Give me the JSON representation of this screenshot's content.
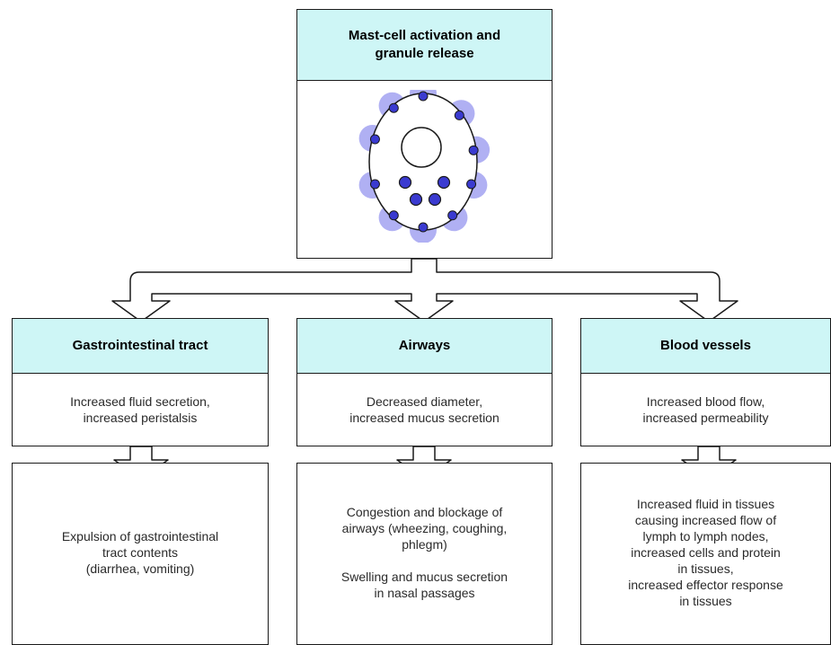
{
  "colors": {
    "header_fill": "#cef6f6",
    "granule_fill": "#3a3ad0",
    "halo_fill": "#8f8fee",
    "outline": "#1a1a1a"
  },
  "top": {
    "title": "Mast-cell activation and\ngranule release",
    "icon": "mast-cell-illustration"
  },
  "columns": [
    {
      "title": "Gastrointestinal tract",
      "effect": "Increased fluid secretion,\nincreased peristalsis",
      "outcome": "Expulsion of gastrointestinal\ntract contents\n(diarrhea, vomiting)"
    },
    {
      "title": "Airways",
      "effect": "Decreased diameter,\nincreased mucus secretion",
      "outcome": "Congestion and blockage of\nairways (wheezing, coughing,\nphlegm)\n\nSwelling and mucus secretion\nin nasal passages"
    },
    {
      "title": "Blood vessels",
      "effect": "Increased blood flow,\nincreased permeability",
      "outcome": "Increased fluid in tissues\ncausing increased flow of\nlymph to lymph nodes,\nincreased cells and protein\nin tissues,\nincreased effector response\nin tissues"
    }
  ]
}
